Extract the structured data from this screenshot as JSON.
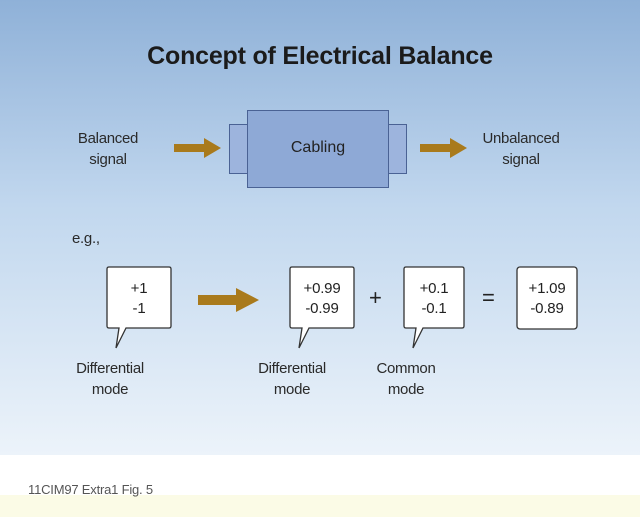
{
  "title": "Concept of Electrical Balance",
  "top_row": {
    "input_label_1": "Balanced",
    "input_label_2": "signal",
    "block_label": "Cabling",
    "output_label_1": "Unbalanced",
    "output_label_2": "signal"
  },
  "example_label": "e.g.,",
  "bubbles": [
    {
      "line1": "+1",
      "line2": "-1"
    },
    {
      "line1": "+0.99",
      "line2": "-0.99"
    },
    {
      "line1": "+0.1",
      "line2": "-0.1"
    },
    {
      "line1": "+1.09",
      "line2": "-0.89"
    }
  ],
  "operators": {
    "plus": "+",
    "equals": "="
  },
  "mode_labels": [
    {
      "line1": "Differential",
      "line2": "mode"
    },
    {
      "line1": "Differential",
      "line2": "mode"
    },
    {
      "line1": "Common",
      "line2": "mode"
    }
  ],
  "figure_caption": "11CIM97 Extra1 Fig. 5",
  "colors": {
    "arrow": "#a97a1c",
    "cabling_fill": "#8ea9d6",
    "panel_top": "#8fb1d8"
  }
}
